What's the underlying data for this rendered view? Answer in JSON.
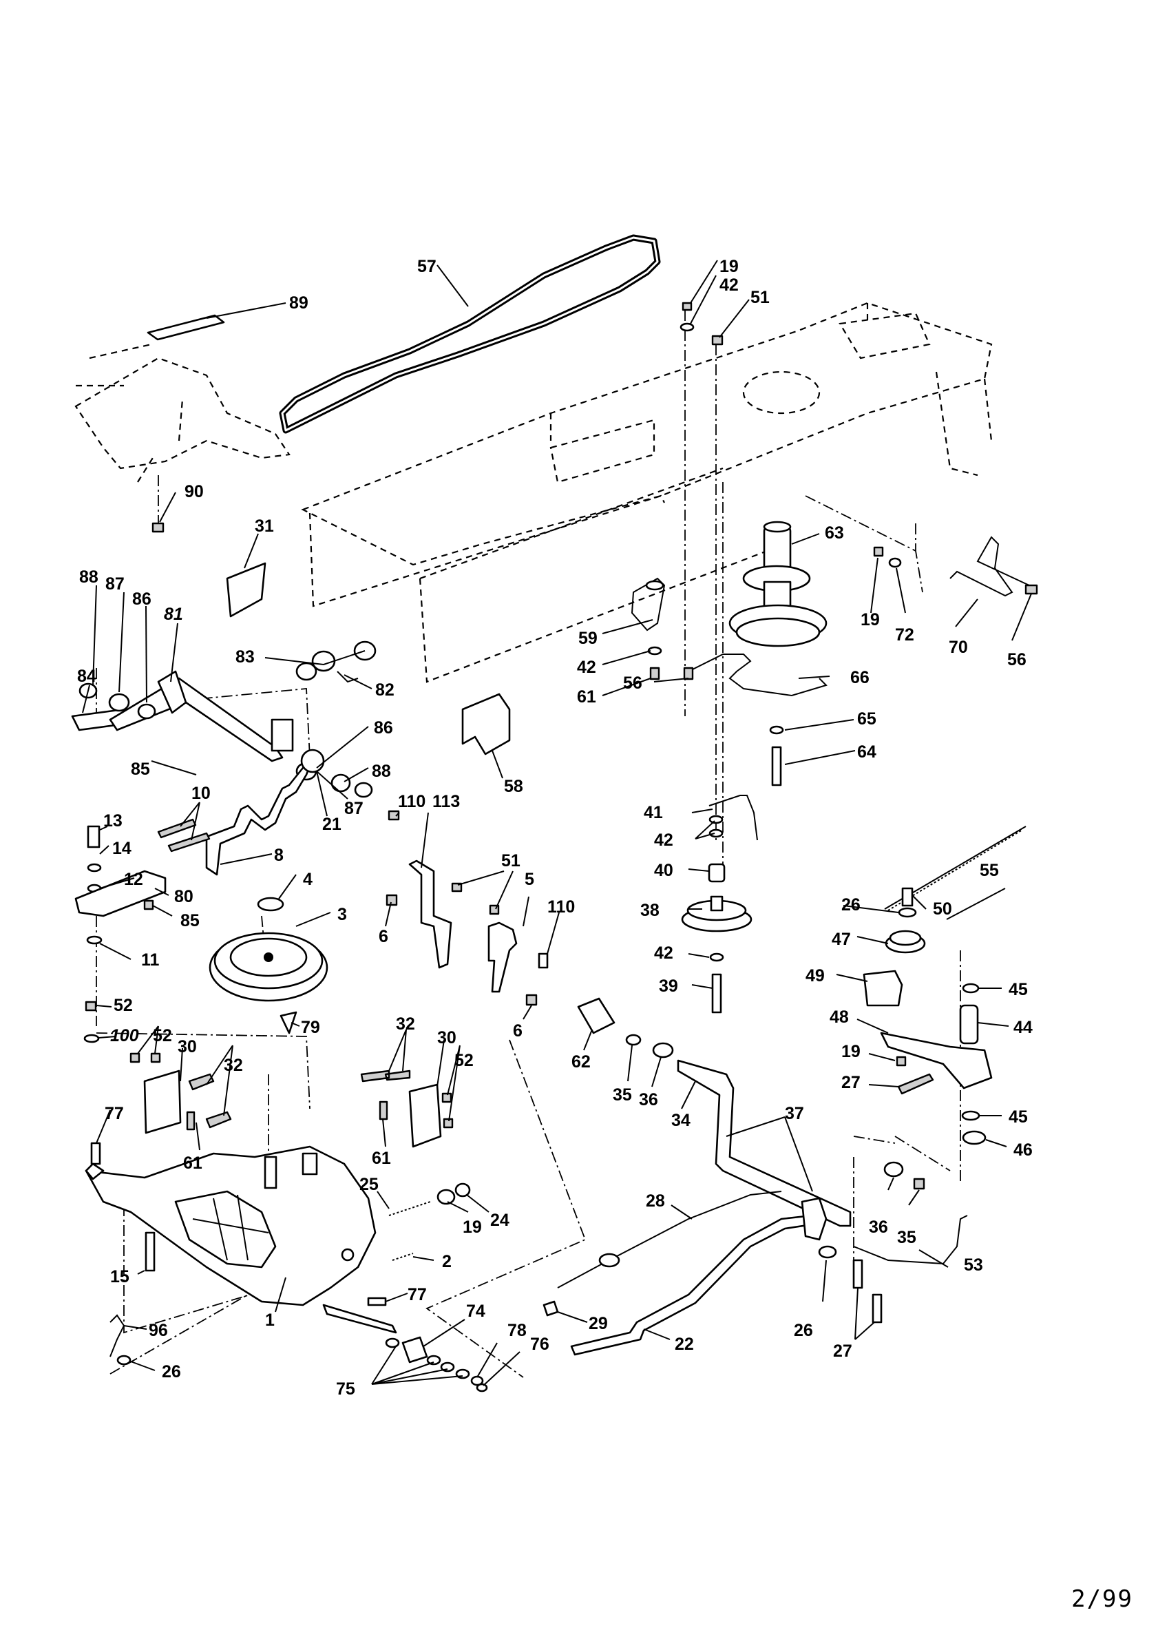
{
  "footer": {
    "page_code": "2/99"
  },
  "callouts": [
    {
      "id": "57",
      "text": "57"
    },
    {
      "id": "19a",
      "text": "19"
    },
    {
      "id": "42a",
      "text": "42"
    },
    {
      "id": "51a",
      "text": "51"
    },
    {
      "id": "89",
      "text": "89"
    },
    {
      "id": "90",
      "text": "90"
    },
    {
      "id": "31",
      "text": "31"
    },
    {
      "id": "63",
      "text": "63"
    },
    {
      "id": "19b",
      "text": "19"
    },
    {
      "id": "72",
      "text": "72"
    },
    {
      "id": "70",
      "text": "70"
    },
    {
      "id": "56a",
      "text": "56"
    },
    {
      "id": "88a",
      "text": "88"
    },
    {
      "id": "87a",
      "text": "87"
    },
    {
      "id": "86a",
      "text": "86"
    },
    {
      "id": "81",
      "text": "81"
    },
    {
      "id": "84",
      "text": "84"
    },
    {
      "id": "83",
      "text": "83"
    },
    {
      "id": "82",
      "text": "82"
    },
    {
      "id": "59",
      "text": "59"
    },
    {
      "id": "42b",
      "text": "42"
    },
    {
      "id": "61a",
      "text": "61"
    },
    {
      "id": "56b",
      "text": "56"
    },
    {
      "id": "66",
      "text": "66"
    },
    {
      "id": "65",
      "text": "65"
    },
    {
      "id": "64",
      "text": "64"
    },
    {
      "id": "58",
      "text": "58"
    },
    {
      "id": "85a",
      "text": "85"
    },
    {
      "id": "86b",
      "text": "86"
    },
    {
      "id": "88b",
      "text": "88"
    },
    {
      "id": "87b",
      "text": "87"
    },
    {
      "id": "10",
      "text": "10"
    },
    {
      "id": "21",
      "text": "21"
    },
    {
      "id": "8",
      "text": "8"
    },
    {
      "id": "110a",
      "text": "110"
    },
    {
      "id": "113",
      "text": "113"
    },
    {
      "id": "41",
      "text": "41"
    },
    {
      "id": "42c",
      "text": "42"
    },
    {
      "id": "40",
      "text": "40"
    },
    {
      "id": "38",
      "text": "38"
    },
    {
      "id": "42d",
      "text": "42"
    },
    {
      "id": "39",
      "text": "39"
    },
    {
      "id": "55",
      "text": "55"
    },
    {
      "id": "13",
      "text": "13"
    },
    {
      "id": "14",
      "text": "14"
    },
    {
      "id": "12",
      "text": "12"
    },
    {
      "id": "80",
      "text": "80"
    },
    {
      "id": "85b",
      "text": "85"
    },
    {
      "id": "11",
      "text": "11"
    },
    {
      "id": "4",
      "text": "4"
    },
    {
      "id": "3",
      "text": "3"
    },
    {
      "id": "51b",
      "text": "51"
    },
    {
      "id": "5",
      "text": "5"
    },
    {
      "id": "110b",
      "text": "110"
    },
    {
      "id": "6a",
      "text": "6"
    },
    {
      "id": "6b",
      "text": "6"
    },
    {
      "id": "26a",
      "text": "26"
    },
    {
      "id": "50",
      "text": "50"
    },
    {
      "id": "47",
      "text": "47"
    },
    {
      "id": "49",
      "text": "49"
    },
    {
      "id": "45a",
      "text": "45"
    },
    {
      "id": "44",
      "text": "44"
    },
    {
      "id": "48",
      "text": "48"
    },
    {
      "id": "19c",
      "text": "19"
    },
    {
      "id": "27a",
      "text": "27"
    },
    {
      "id": "45b",
      "text": "45"
    },
    {
      "id": "46",
      "text": "46"
    },
    {
      "id": "52a",
      "text": "52"
    },
    {
      "id": "100",
      "text": "100"
    },
    {
      "id": "52b",
      "text": "52"
    },
    {
      "id": "30a",
      "text": "30"
    },
    {
      "id": "32a",
      "text": "32"
    },
    {
      "id": "79",
      "text": "79"
    },
    {
      "id": "32b",
      "text": "32"
    },
    {
      "id": "30b",
      "text": "30"
    },
    {
      "id": "52c",
      "text": "52"
    },
    {
      "id": "61b",
      "text": "61"
    },
    {
      "id": "61c",
      "text": "61"
    },
    {
      "id": "62",
      "text": "62"
    },
    {
      "id": "35a",
      "text": "35"
    },
    {
      "id": "36a",
      "text": "36"
    },
    {
      "id": "34",
      "text": "34"
    },
    {
      "id": "37",
      "text": "37"
    },
    {
      "id": "77a",
      "text": "77"
    },
    {
      "id": "25",
      "text": "25"
    },
    {
      "id": "19d",
      "text": "19"
    },
    {
      "id": "24",
      "text": "24"
    },
    {
      "id": "28",
      "text": "28"
    },
    {
      "id": "36b",
      "text": "36"
    },
    {
      "id": "35b",
      "text": "35"
    },
    {
      "id": "53",
      "text": "53"
    },
    {
      "id": "15",
      "text": "15"
    },
    {
      "id": "2",
      "text": "2"
    },
    {
      "id": "77b",
      "text": "77"
    },
    {
      "id": "29",
      "text": "29"
    },
    {
      "id": "26b",
      "text": "26"
    },
    {
      "id": "27b",
      "text": "27"
    },
    {
      "id": "96",
      "text": "96"
    },
    {
      "id": "1",
      "text": "1"
    },
    {
      "id": "74",
      "text": "74"
    },
    {
      "id": "78",
      "text": "78"
    },
    {
      "id": "76",
      "text": "76"
    },
    {
      "id": "22",
      "text": "22"
    },
    {
      "id": "26c",
      "text": "26"
    },
    {
      "id": "75",
      "text": "75"
    }
  ]
}
